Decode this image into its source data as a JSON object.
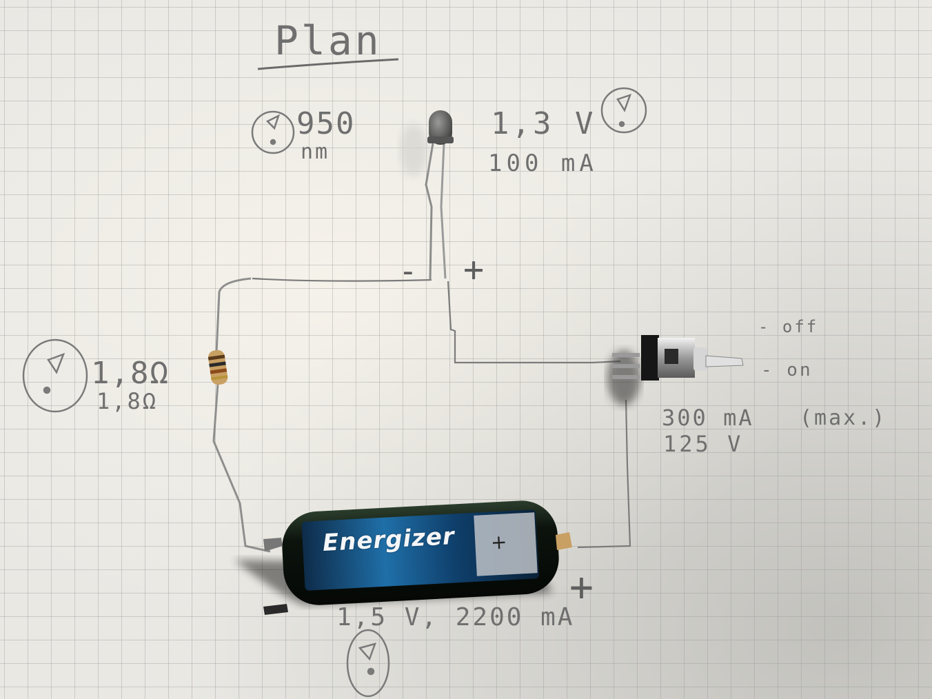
{
  "photo": {
    "title": "Plan",
    "led": {
      "wavelength": "950",
      "wavelength_unit": "nm",
      "voltage": "1,3 V",
      "current": "100 mA",
      "minus": "-",
      "plus": "+"
    },
    "resistor": {
      "label_a": "1,8Ω",
      "label_b": "1,8Ω"
    },
    "switch": {
      "off_label": "- off",
      "on_label": "- on",
      "current": "300 mA",
      "max": "(max.)",
      "voltage": "125 V"
    },
    "battery": {
      "brand": "Energizer",
      "terminal_plus": "+",
      "plus": "+",
      "rating": "1,5 V, 2200 mA"
    }
  }
}
